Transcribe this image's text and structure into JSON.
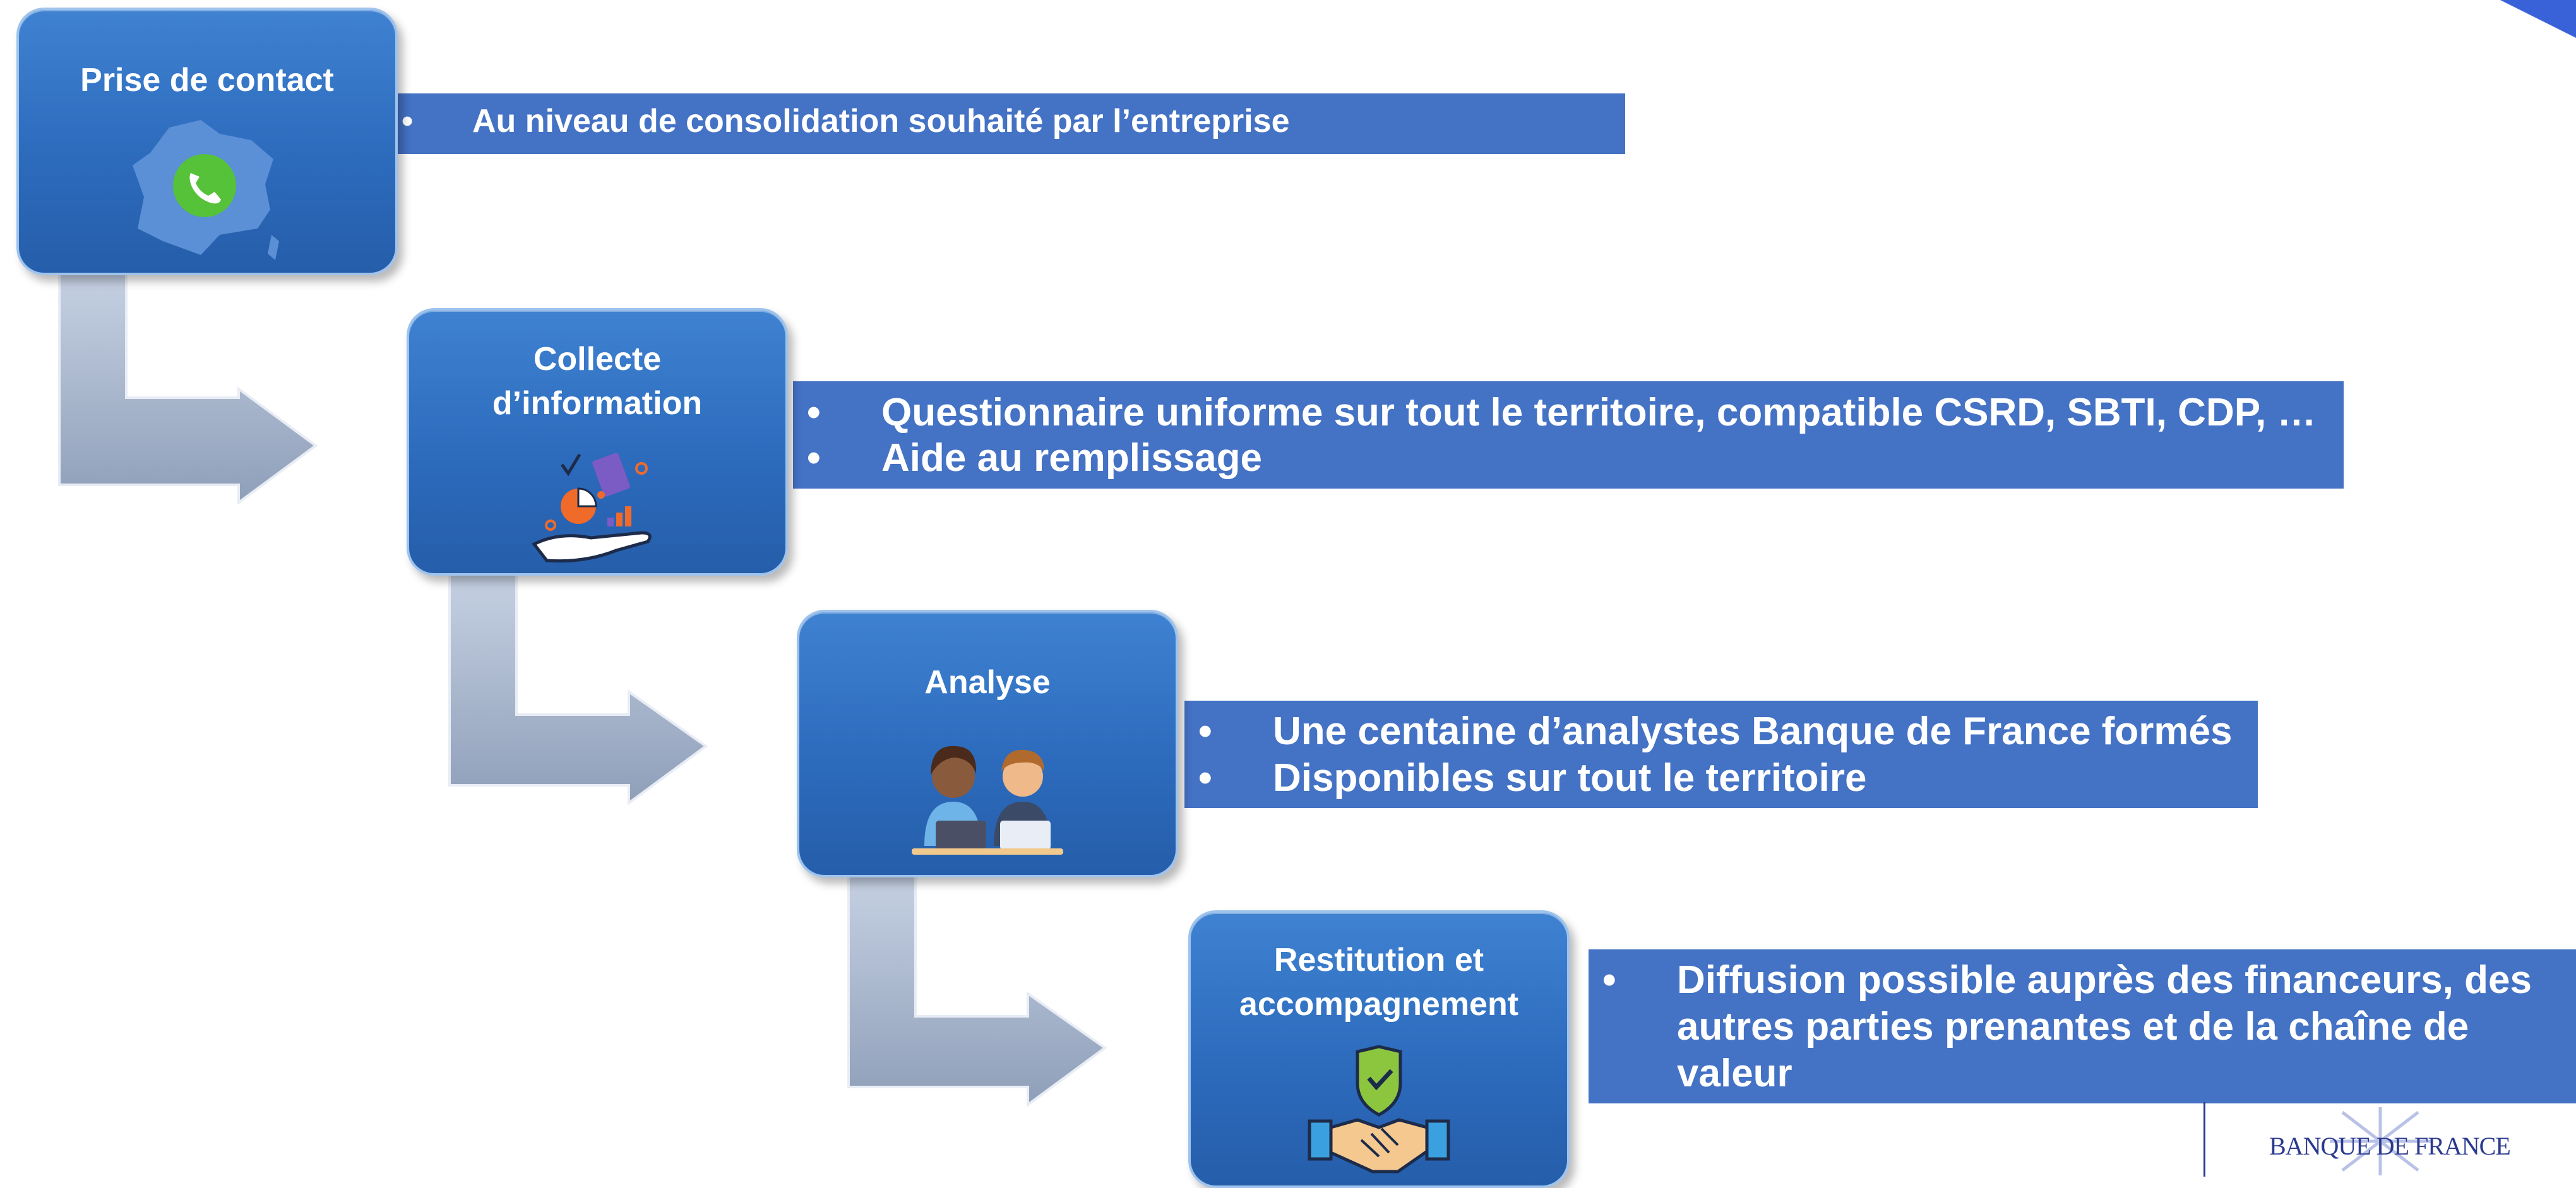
{
  "steps": [
    {
      "title": "Prise de contact",
      "icon": "france-phone-icon",
      "bullets": [
        "Au niveau de consolidation souhaité par l’entreprise"
      ]
    },
    {
      "title": "Collecte\nd’information",
      "icon": "data-collection-icon",
      "bullets": [
        "Questionnaire uniforme sur tout le territoire, compatible CSRD, SBTI, CDP, …",
        "Aide au remplissage"
      ]
    },
    {
      "title": "Analyse",
      "icon": "analysts-icon",
      "bullets": [
        "Une centaine d’analystes Banque de France formés",
        "Disponibles sur tout le territoire"
      ]
    },
    {
      "title": "Restitution et\naccompagnement",
      "icon": "handshake-shield-icon",
      "bullets": [
        "Diffusion possible auprès des financeurs, des autres parties prenantes et de la chaîne de valeur"
      ]
    }
  ],
  "bullet_char": "•",
  "logo": {
    "text": "BANQUE DE FRANCE"
  },
  "colors": {
    "box": "#2f6dbf",
    "info": "#4472c4",
    "arrow": "#aab8cf",
    "corner": "#3a62d8"
  }
}
